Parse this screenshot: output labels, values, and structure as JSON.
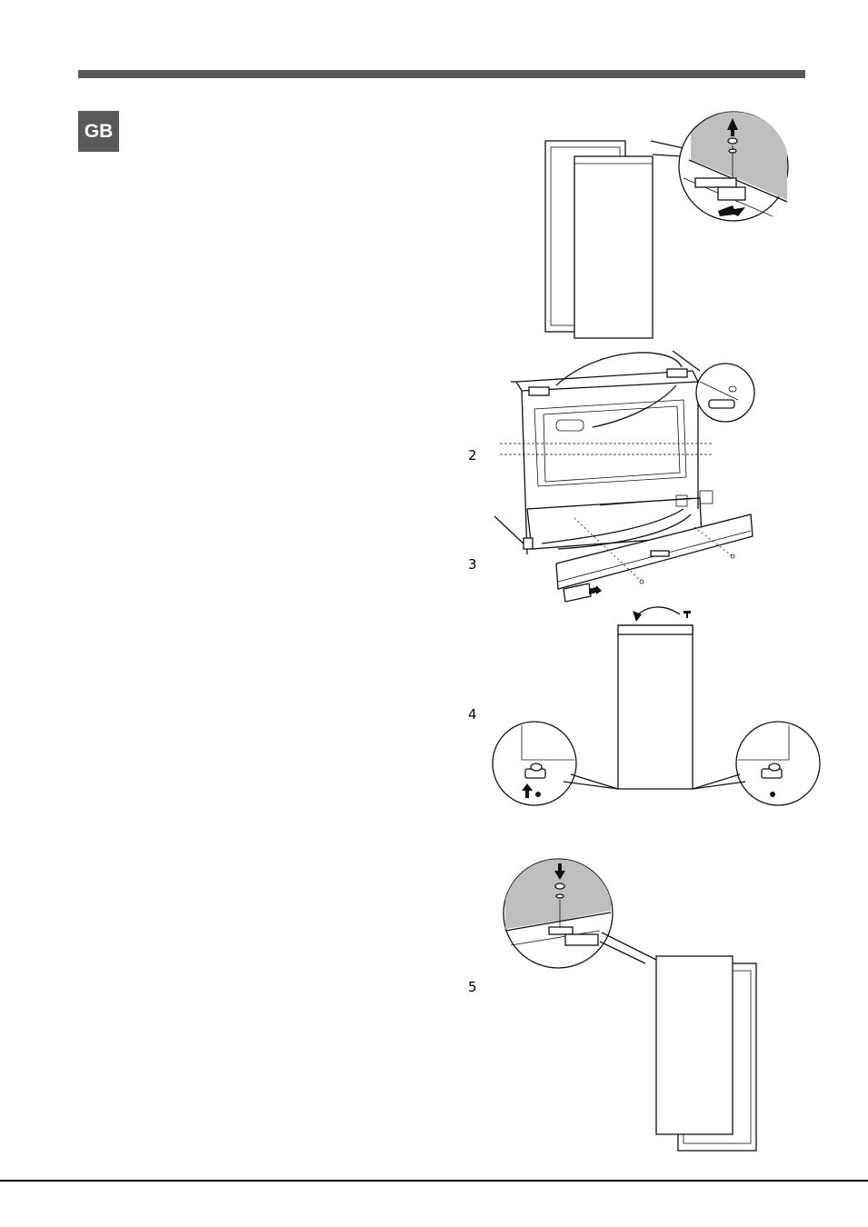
{
  "header": {
    "language_badge": "GB"
  },
  "steps": {
    "s2": "2",
    "s3": "3",
    "s4": "4",
    "s5": "5"
  },
  "colors": {
    "bar": "#58595b",
    "badge_bg": "#58595b",
    "badge_text": "#ffffff",
    "shade": "#bfbfbf"
  },
  "figures": [
    "door-removal-top-hinge-icon",
    "hinge-swap-and-plinth-icon",
    "door-rotation-and-bottom-pivot-icon",
    "door-refit-top-hinge-icon"
  ]
}
